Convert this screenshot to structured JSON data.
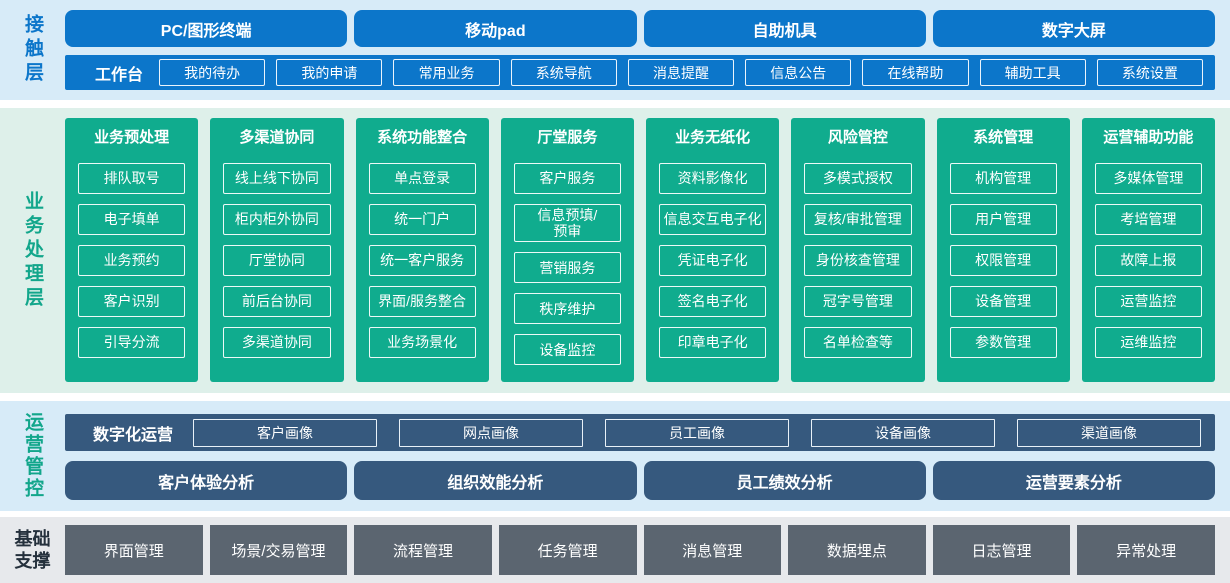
{
  "colors": {
    "accent_blue": "#0c76ca",
    "teal_green": "#10ac8e",
    "dark_blue": "#36597e",
    "slate_gray": "#5b6570",
    "contact_band_bg": "#d7ebf8",
    "business_band_bg": "#def0ea",
    "ops_band_bg": "#d7ebf8",
    "foundation_band_bg": "#e7e9ec",
    "label_green": "#12a68b",
    "label_dark": "#24303c"
  },
  "contact": {
    "label": "接触层",
    "terminals": [
      "PC/图形终端",
      "移动pad",
      "自助机具",
      "数字大屏"
    ],
    "workbench": {
      "label": "工作台",
      "items": [
        "我的待办",
        "我的申请",
        "常用业务",
        "系统导航",
        "消息提醒",
        "信息公告",
        "在线帮助",
        "辅助工具",
        "系统设置"
      ]
    }
  },
  "business": {
    "label": "业务处理层",
    "columns": [
      {
        "title": "业务预处理",
        "items": [
          "排队取号",
          "电子填单",
          "业务预约",
          "客户识别",
          "引导分流"
        ]
      },
      {
        "title": "多渠道协同",
        "items": [
          "线上线下协同",
          "柜内柜外协同",
          "厅堂协同",
          "前后台协同",
          "多渠道协同"
        ]
      },
      {
        "title": "系统功能整合",
        "items": [
          "单点登录",
          "统一门户",
          "统一客户服务",
          "界面/服务整合",
          "业务场景化"
        ]
      },
      {
        "title": "厅堂服务",
        "items": [
          "客户服务",
          "信息预填/\n预审",
          "营销服务",
          "秩序维护",
          "设备监控"
        ]
      },
      {
        "title": "业务无纸化",
        "items": [
          "资料影像化",
          "信息交互电子化",
          "凭证电子化",
          "签名电子化",
          "印章电子化"
        ]
      },
      {
        "title": "风险管控",
        "items": [
          "多模式授权",
          "复核/审批管理",
          "身份核查管理",
          "冠字号管理",
          "名单检查等"
        ]
      },
      {
        "title": "系统管理",
        "items": [
          "机构管理",
          "用户管理",
          "权限管理",
          "设备管理",
          "参数管理"
        ]
      },
      {
        "title": "运营辅助功能",
        "items": [
          "多媒体管理",
          "考培管理",
          "故障上报",
          "运营监控",
          "运维监控"
        ]
      }
    ]
  },
  "operations": {
    "label": "运营管控",
    "digital": {
      "label": "数字化运营",
      "items": [
        "客户画像",
        "网点画像",
        "员工画像",
        "设备画像",
        "渠道画像"
      ]
    },
    "analyses": [
      "客户体验分析",
      "组织效能分析",
      "员工绩效分析",
      "运营要素分析"
    ]
  },
  "foundation": {
    "label": "基础支撑",
    "items": [
      "界面管理",
      "场景/交易管理",
      "流程管理",
      "任务管理",
      "消息管理",
      "数据埋点",
      "日志管理",
      "异常处理"
    ]
  }
}
